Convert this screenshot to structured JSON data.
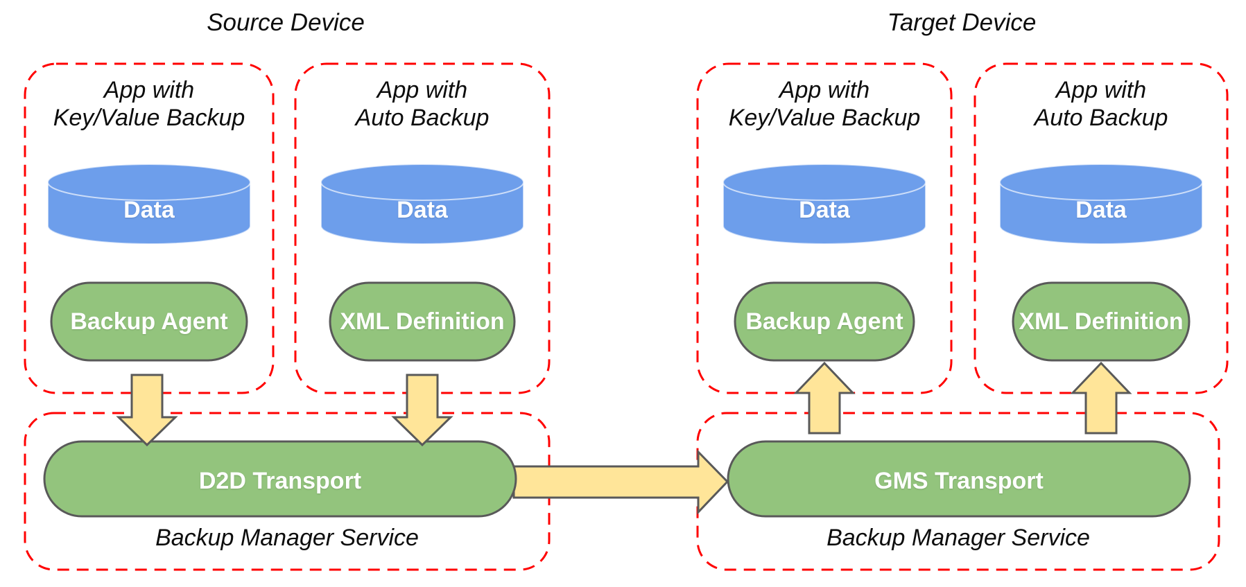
{
  "colors": {
    "box_dash_red": "#ff0000",
    "cylinder_blue": "#6d9eeb",
    "pill_green": "#93c47d",
    "arrow_yellow": "#ffe599",
    "shape_stroke_gray": "#595959",
    "label_black": "#0d0d0d",
    "pill_text_white": "#ffffff"
  },
  "icons": {
    "down_arrow": "down-arrow-icon",
    "up_arrow": "up-arrow-icon",
    "right_arrow": "right-arrow-icon",
    "cylinder": "data-cylinder"
  },
  "devices": [
    {
      "title": "Source Device",
      "apps": [
        {
          "title_line1": "App with",
          "title_line2": "Key/Value Backup",
          "data_label": "Data",
          "component": "Backup Agent"
        },
        {
          "title_line1": "App with",
          "title_line2": "Auto Backup",
          "data_label": "Data",
          "component": "XML Definition"
        }
      ],
      "service": {
        "transport": "D2D Transport",
        "label": "Backup Manager Service"
      }
    },
    {
      "title": "Target Device",
      "apps": [
        {
          "title_line1": "App with",
          "title_line2": "Key/Value Backup",
          "data_label": "Data",
          "component": "Backup Agent"
        },
        {
          "title_line1": "App with",
          "title_line2": "Auto Backup",
          "data_label": "Data",
          "component": "XML Definition"
        }
      ],
      "service": {
        "transport": "GMS Transport",
        "label": "Backup Manager Service"
      }
    }
  ]
}
